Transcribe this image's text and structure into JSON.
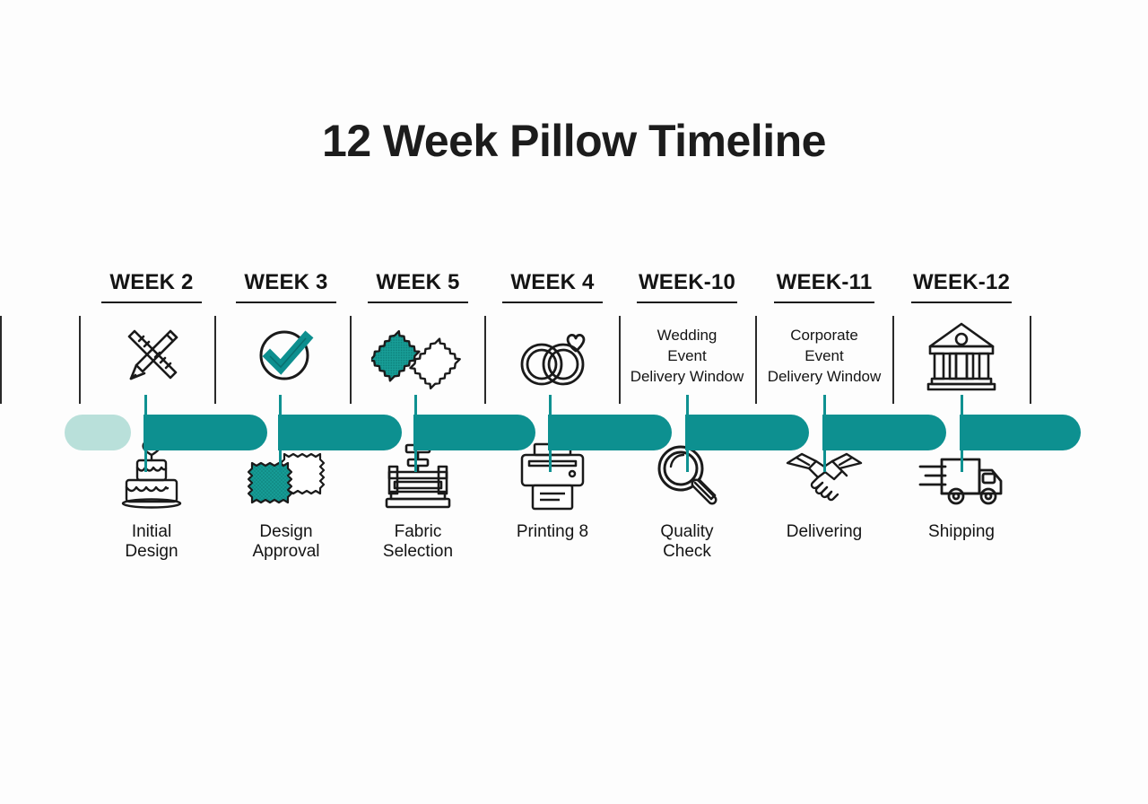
{
  "title": "12 Week Pillow Timeline",
  "colors": {
    "teal": "#0d9090",
    "teal_light": "#b9e0da",
    "ink": "#1a1a1a",
    "background": "#fdfdfd"
  },
  "columns": [
    {
      "week": "WEEK 2",
      "top_icon": "ruler-pencil-icon",
      "top_note": null,
      "bottom_icon": "wedding-cake-icon",
      "bottom_label": "Initial\nDesign"
    },
    {
      "week": "WEEK 3",
      "top_icon": "check-circle-icon",
      "top_note": null,
      "bottom_icon": "fabric-swatch-icon",
      "bottom_label": "Design\nApproval"
    },
    {
      "week": "WEEK 5",
      "top_icon": "fabric-swatch-icon",
      "top_note": null,
      "bottom_icon": "printing-press-icon",
      "bottom_label": "Fabric\nSelection"
    },
    {
      "week": "WEEK 4",
      "top_icon": "wedding-rings-icon",
      "top_note": null,
      "bottom_icon": "printer-icon",
      "bottom_label": "Printing 8"
    },
    {
      "week": "WEEK-10",
      "top_icon": null,
      "top_note": "Wedding\nEvent\nDelivery Window",
      "bottom_icon": "magnifier-icon",
      "bottom_label": "Quality\nCheck"
    },
    {
      "week": "WEEK-11",
      "top_icon": null,
      "top_note": "Corporate\nEvent\nDelivery Window",
      "bottom_icon": "handshake-icon",
      "bottom_label": "Delivering"
    },
    {
      "week": "WEEK-12",
      "top_icon": "bank-building-icon",
      "top_note": null,
      "bottom_icon": "delivery-truck-icon",
      "bottom_label": "Shipping"
    }
  ],
  "progress_bar": {
    "segments": [
      {
        "name": "segment-0",
        "color": "#b9e0da",
        "filled": false
      },
      {
        "name": "segment-1",
        "color": "#0d9090",
        "filled": true
      },
      {
        "name": "segment-2",
        "color": "#0d9090",
        "filled": true
      },
      {
        "name": "segment-3",
        "color": "#0d9090",
        "filled": true
      },
      {
        "name": "segment-4",
        "color": "#0d9090",
        "filled": true
      },
      {
        "name": "segment-5",
        "color": "#0d9090",
        "filled": true
      },
      {
        "name": "segment-6",
        "color": "#0d9090",
        "filled": true
      },
      {
        "name": "segment-7",
        "color": "#0d9090",
        "filled": true
      }
    ]
  }
}
